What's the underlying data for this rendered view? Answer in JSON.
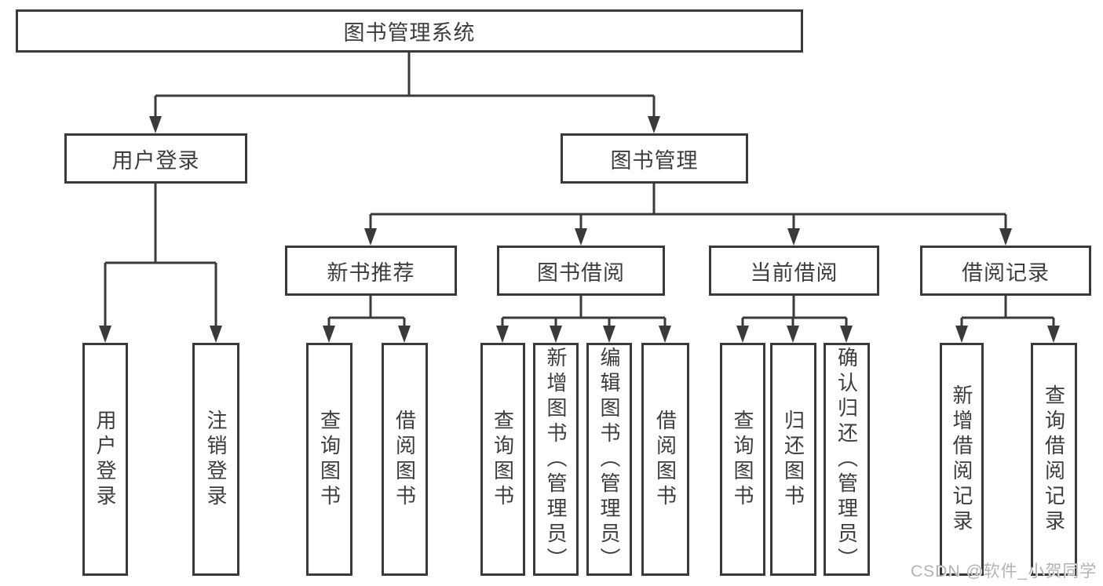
{
  "diagram": {
    "type": "hierarchy-tree",
    "root": {
      "label": "图书管理系统",
      "children": [
        {
          "label": "用户登录",
          "children": [
            {
              "label": "用户登录"
            },
            {
              "label": "注销登录"
            }
          ]
        },
        {
          "label": "图书管理",
          "children": [
            {
              "label": "新书推荐",
              "children": [
                {
                  "label": "查询图书"
                },
                {
                  "label": "借阅图书"
                }
              ]
            },
            {
              "label": "图书借阅",
              "children": [
                {
                  "label": "查询图书"
                },
                {
                  "label": "新增图书（管理员）"
                },
                {
                  "label": "编辑图书（管理员）"
                },
                {
                  "label": "借阅图书"
                }
              ]
            },
            {
              "label": "当前借阅",
              "children": [
                {
                  "label": "查询图书"
                },
                {
                  "label": "归还图书"
                },
                {
                  "label": "确认归还（管理员）"
                }
              ]
            },
            {
              "label": "借阅记录",
              "children": [
                {
                  "label": "新增借阅记录"
                },
                {
                  "label": "查询借阅记录"
                }
              ]
            }
          ]
        }
      ]
    },
    "colors": {
      "line": "#3a3a3a",
      "text": "#3d3d3d",
      "background": "#ffffff",
      "watermark": "#b3b3b3"
    }
  },
  "watermark": {
    "text": "CSDN @软件_小贺同学"
  }
}
